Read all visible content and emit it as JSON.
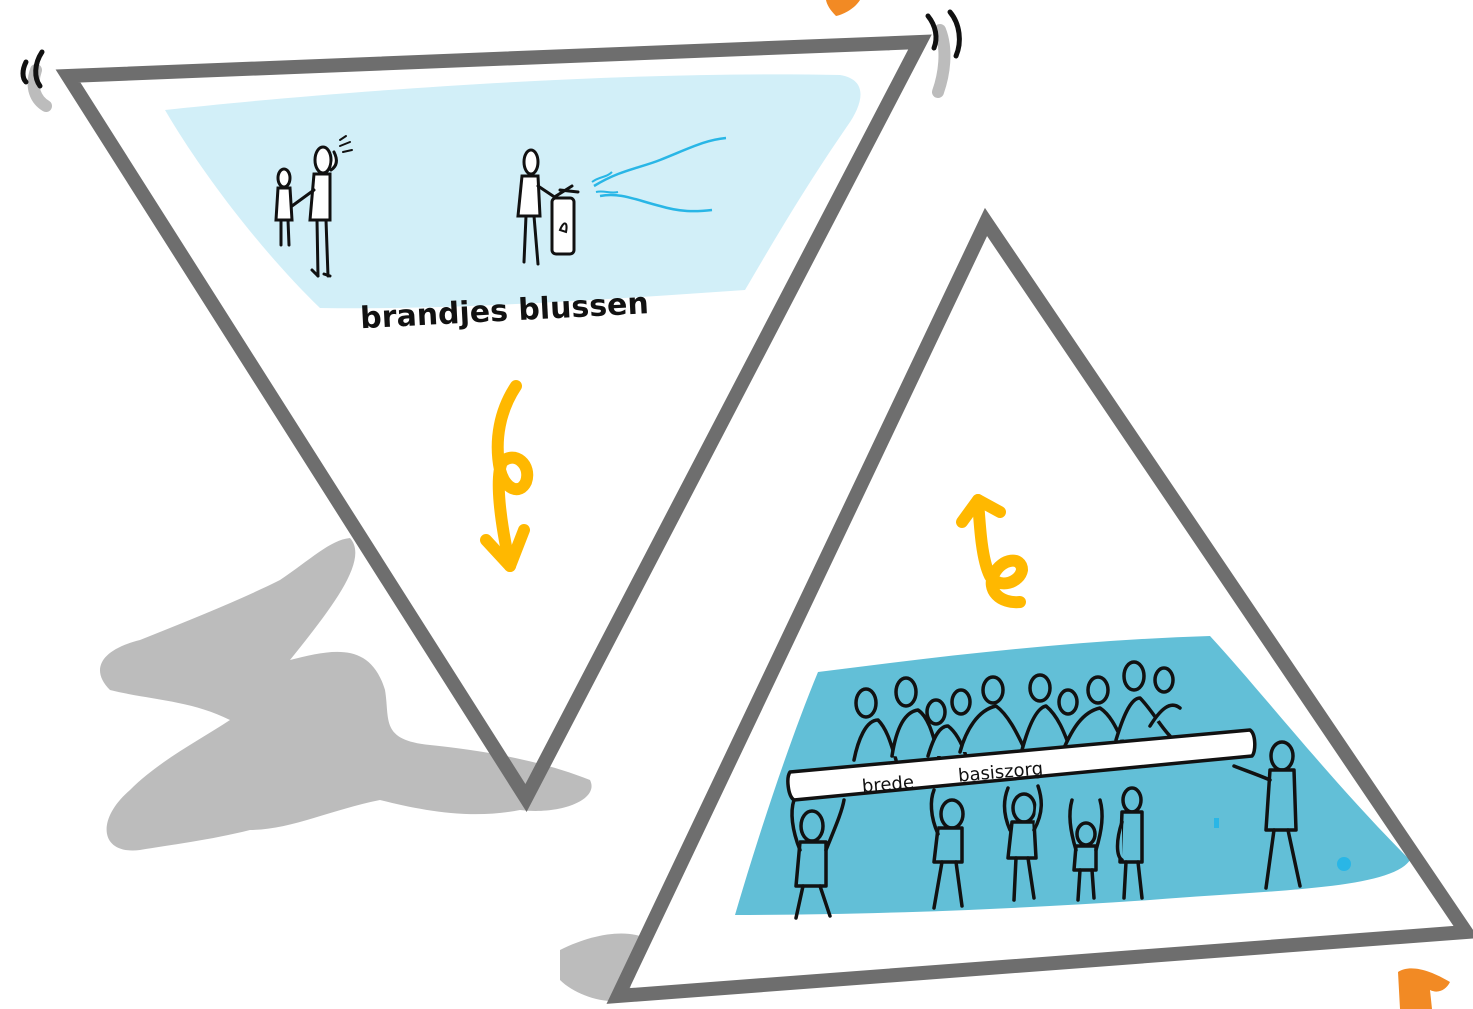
{
  "top_triangle": {
    "caption": "brandjes blussen"
  },
  "bottom_triangle": {
    "banner_word_1": "brede",
    "banner_word_2": "basiszorg"
  },
  "colors": {
    "light_blue": "#d2eff8",
    "mid_blue": "#62bfd7",
    "frame_gray": "#6e6e6e",
    "shadow_gray": "#bcbcbc",
    "arrow_yellow": "#ffb800",
    "accent_orange": "#f28a24",
    "line_cyan": "#29b6e6"
  }
}
